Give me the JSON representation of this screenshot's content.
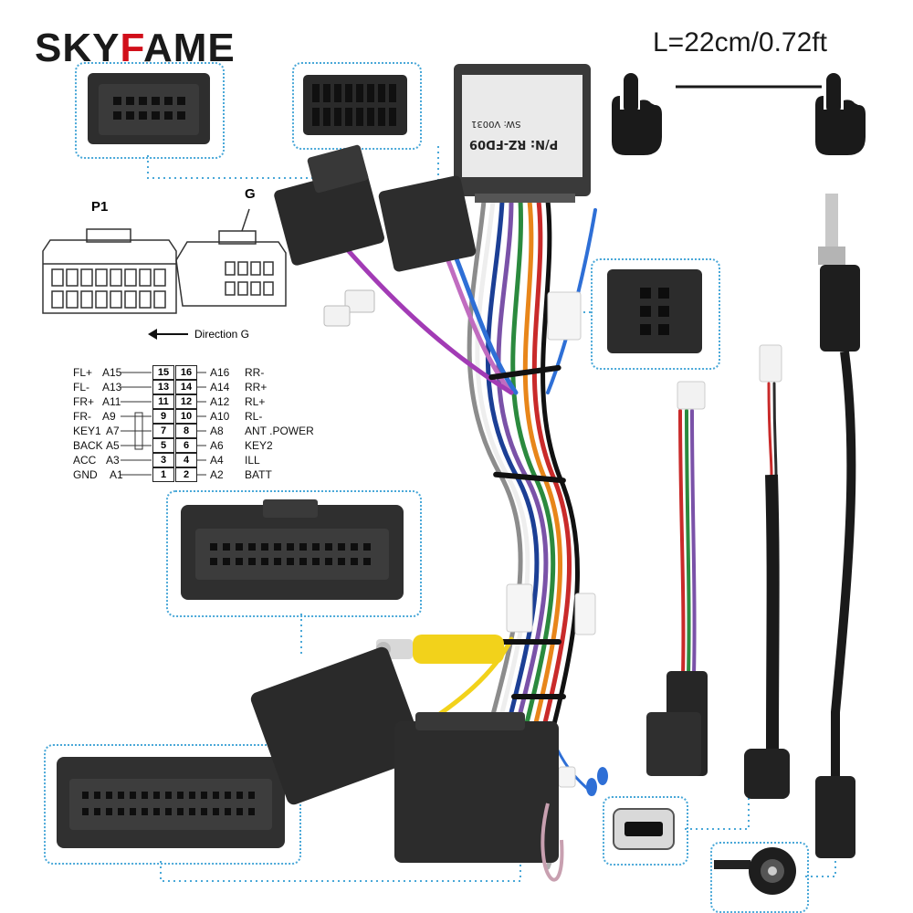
{
  "brand": {
    "part1": "SKY",
    "part2": "F",
    "part3": "AME"
  },
  "length_label": "L=22cm/0.72ft",
  "connector_labels": {
    "p1": "P1",
    "g": "G",
    "direction": "Direction G"
  },
  "module_label": {
    "line1": "P/N: RZ-FD09",
    "line2": "SW: V0031"
  },
  "pinout_left": [
    {
      "label": "FL+",
      "pin": "A15",
      "num": "15"
    },
    {
      "label": "FL-",
      "pin": "A13",
      "num": "13"
    },
    {
      "label": "FR+",
      "pin": "A11",
      "num": "11"
    },
    {
      "label": "FR-",
      "pin": "A9",
      "num": "9"
    },
    {
      "label": "KEY1",
      "pin": "A7",
      "num": "7"
    },
    {
      "label": "BACK",
      "pin": "A5",
      "num": "5"
    },
    {
      "label": "ACC",
      "pin": "A3",
      "num": "3"
    },
    {
      "label": "GND",
      "pin": "A1",
      "num": "1"
    }
  ],
  "pinout_right": [
    {
      "num": "16",
      "pin": "A16",
      "label": "RR-"
    },
    {
      "num": "14",
      "pin": "A14",
      "label": "RR+"
    },
    {
      "num": "12",
      "pin": "A12",
      "label": "RL+"
    },
    {
      "num": "10",
      "pin": "A10",
      "label": "RL-"
    },
    {
      "num": "8",
      "pin": "A8",
      "label": "ANT .POWER"
    },
    {
      "num": "6",
      "pin": "A6",
      "label": "KEY2"
    },
    {
      "num": "4",
      "pin": "A4",
      "label": "ILL"
    },
    {
      "num": "2",
      "pin": "A2",
      "label": "BATT"
    }
  ],
  "colors": {
    "accent": "#d10f1a",
    "frame": "#4aa8d8",
    "rca": "#f2d21b"
  }
}
